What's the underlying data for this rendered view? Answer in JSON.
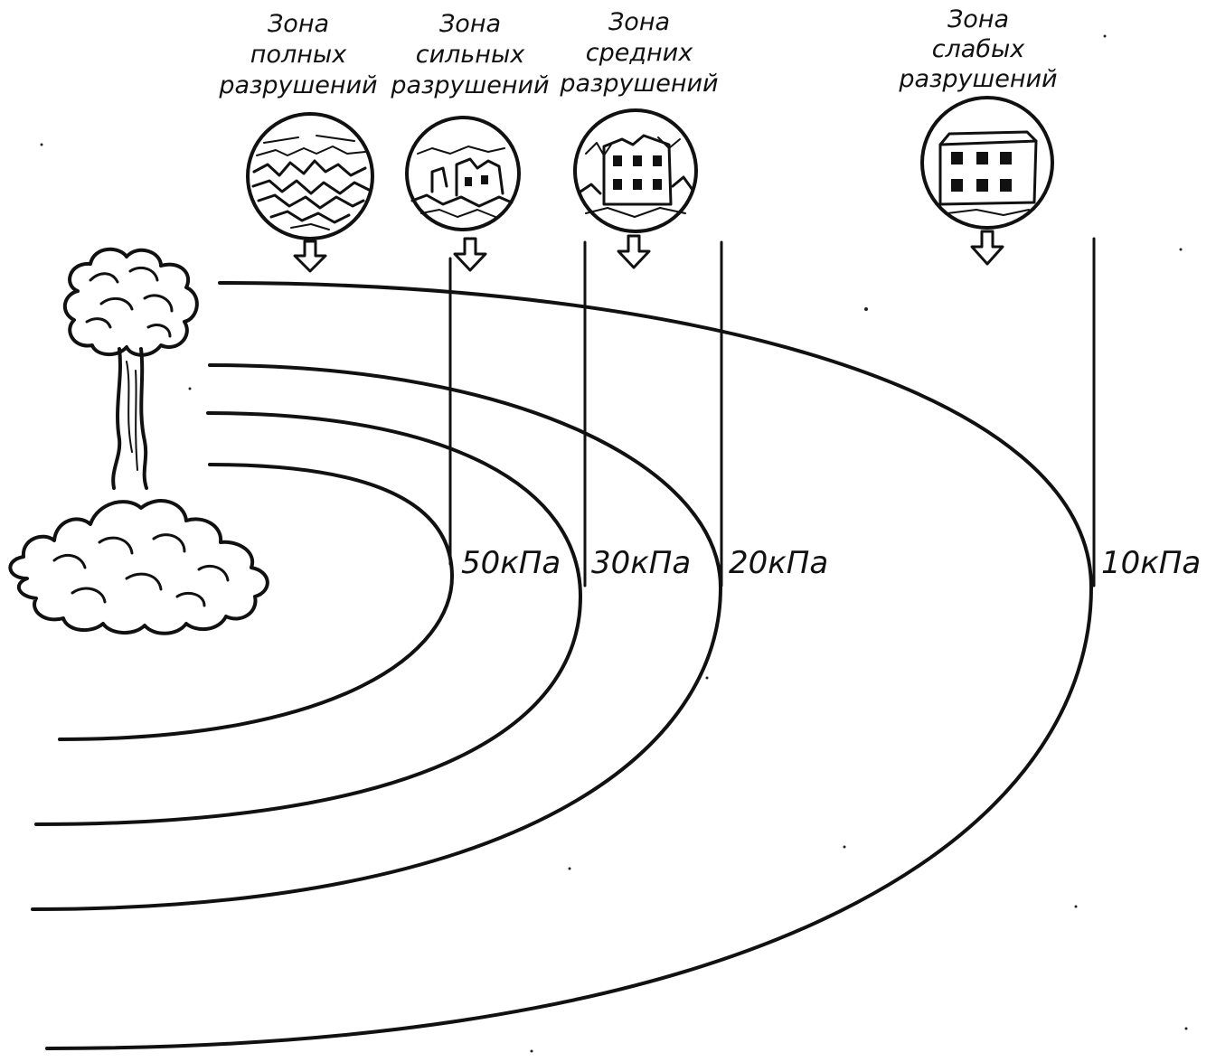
{
  "zones": [
    {
      "id": "complete",
      "label_lines": [
        "Зона",
        "полных",
        "разрушений"
      ]
    },
    {
      "id": "severe",
      "label_lines": [
        "Зона",
        "сильных",
        "разрушений"
      ]
    },
    {
      "id": "moderate",
      "label_lines": [
        "Зона",
        "средних",
        "разрушений"
      ]
    },
    {
      "id": "weak",
      "label_lines": [
        "Зона",
        "слабых",
        "разрушений"
      ]
    }
  ],
  "pressure_fronts": [
    {
      "id": "p50",
      "label": "50кПа"
    },
    {
      "id": "p30",
      "label": "30кПа"
    },
    {
      "id": "p20",
      "label": "20кПа"
    },
    {
      "id": "p10",
      "label": "10кПа"
    }
  ],
  "icons": {
    "explosion": "mushroom-cloud-icon",
    "complete": "rubble-icon",
    "severe": "ruined-building-icon",
    "moderate": "damaged-building-icon",
    "weak": "intact-building-icon",
    "arrow": "down-arrow-icon"
  },
  "colors": {
    "ink": "#111111",
    "paper": "#ffffff"
  }
}
